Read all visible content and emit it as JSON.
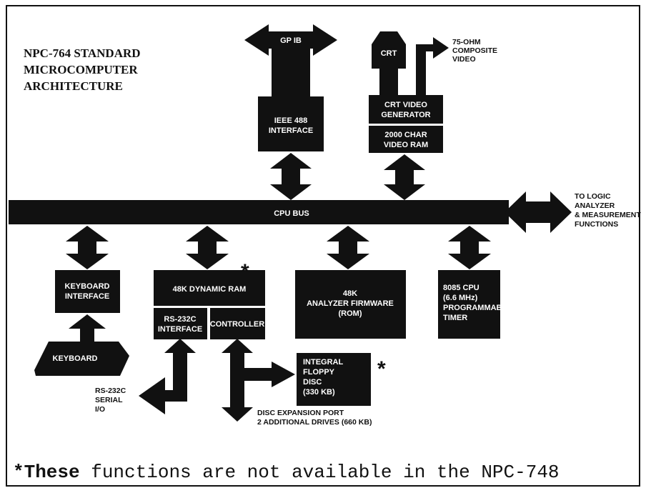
{
  "title": [
    "NPC-764 STANDARD",
    "MICROCOMPUTER",
    "ARCHITECTURE"
  ],
  "blocks": {
    "gpib": "GP IB",
    "ieee": [
      "IEEE 488",
      "INTERFACE"
    ],
    "crt": "CRT",
    "video_out": [
      "75-OHM",
      "COMPOSITE",
      "VIDEO"
    ],
    "crt_gen": [
      "CRT VIDEO",
      "GENERATOR"
    ],
    "video_ram": [
      "2000 CHAR",
      "VIDEO RAM"
    ],
    "cpu_bus": "CPU BUS",
    "logic_analyzer": [
      "TO LOGIC",
      "ANALYZER",
      "& MEASUREMENT",
      "FUNCTIONS"
    ],
    "keyboard_interface": [
      "KEYBOARD",
      "INTERFACE"
    ],
    "keyboard": "KEYBOARD",
    "dynamic_ram": "48K DYNAMIC RAM",
    "rs232_interface": [
      "RS-232C",
      "INTERFACE"
    ],
    "controller": "CONTROLLER",
    "firmware": [
      "48K",
      "ANALYZER FIRMWARE",
      "(ROM)"
    ],
    "cpu": [
      "8085 CPU",
      "(6.6 MHz)",
      "PROGRAMMABLE",
      "TIMER"
    ],
    "floppy": [
      "INTEGRAL",
      "FLOPPY",
      "DISC",
      "(330 KB)"
    ],
    "serial_io": [
      "RS-232C",
      "SERIAL",
      "I/O"
    ],
    "expansion": [
      "DISC EXPANSION PORT",
      "2 ADDITIONAL DRIVES (660 KB)"
    ]
  },
  "asterisk": "*",
  "footnote": {
    "bold": "*These",
    "rest": " functions are not available in the NPC-748"
  }
}
